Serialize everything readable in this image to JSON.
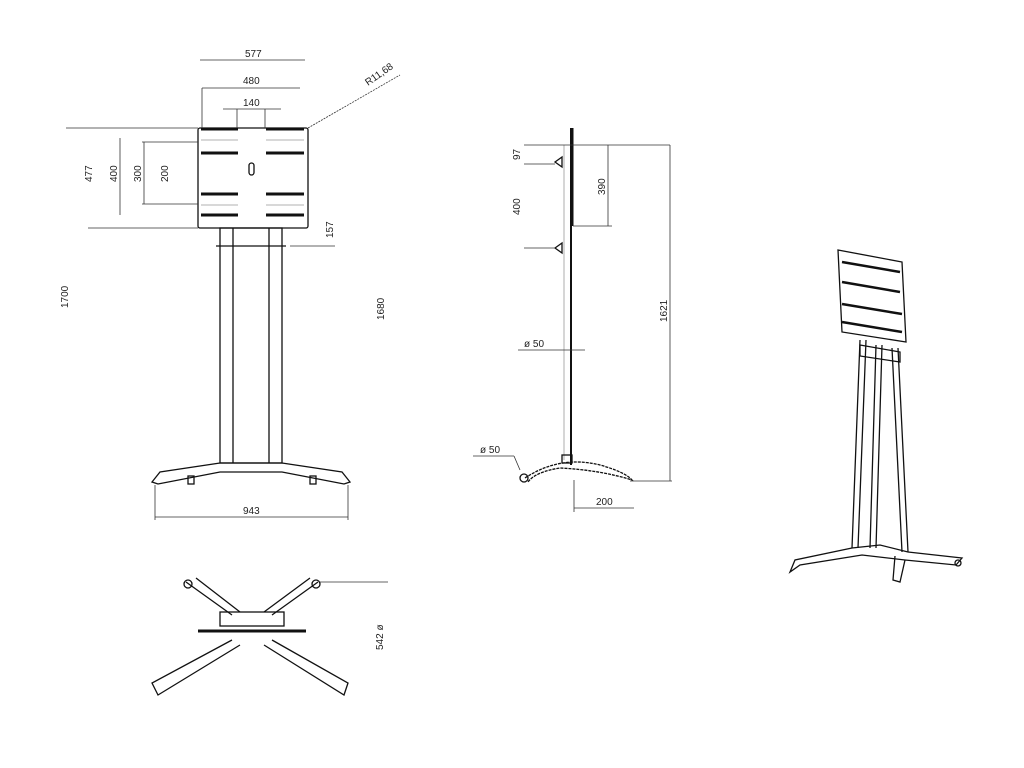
{
  "front_view": {
    "dims": {
      "overall_width": "577",
      "plate_width": "480",
      "inner_width": "140",
      "radius": "R11,68",
      "plate_height": "477",
      "vesa_400": "400",
      "vesa_300": "300",
      "vesa_200": "200",
      "offset": "157",
      "total_height": "1700",
      "plate_top_height": "1680",
      "base_width": "943"
    }
  },
  "top_view": {
    "dims": {
      "base_depth": "542 ø"
    }
  },
  "side_view": {
    "dims": {
      "top_offset": "97",
      "bracket_spacing": "400",
      "plate_depth": "390",
      "height": "1621",
      "pole_diameter": "ø 50",
      "wheel_diameter": "ø 50",
      "foot_depth": "200"
    }
  }
}
